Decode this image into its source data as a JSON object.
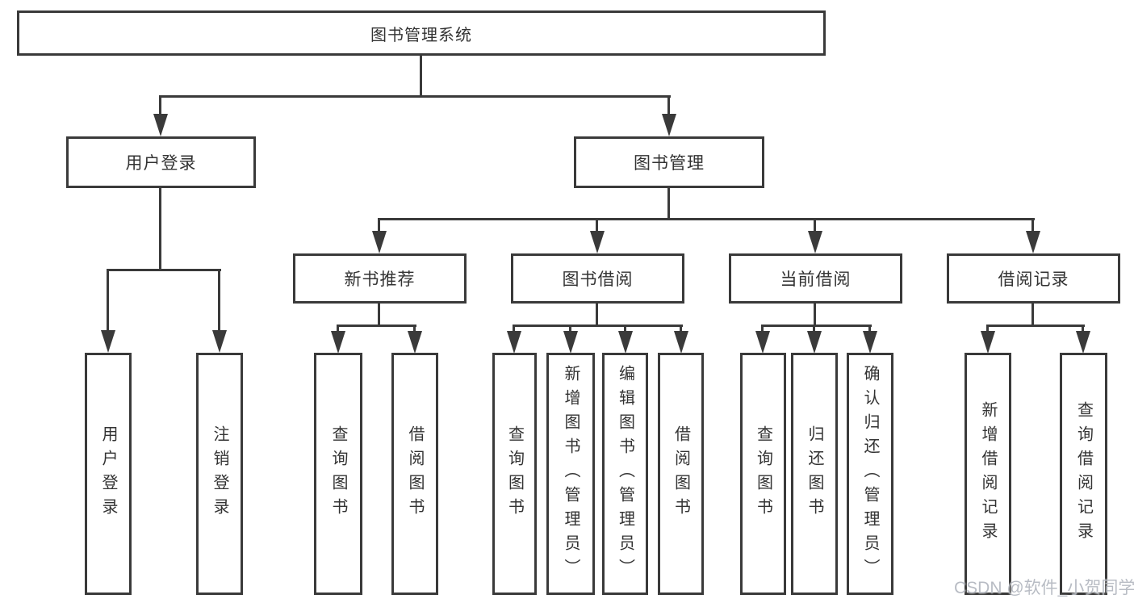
{
  "title": "图书管理系统",
  "nodes": {
    "root": "图书管理系统",
    "user_login": "用户登录",
    "book_mgmt": "图书管理",
    "new_books": "新书推荐",
    "borrow": "图书借阅",
    "current": "当前借阅",
    "records": "借阅记录"
  },
  "leaves": {
    "user_login": [
      "用户登录",
      "注销登录"
    ],
    "new_books": [
      "查询图书",
      "借阅图书"
    ],
    "borrow": [
      "查询图书",
      "新增图书（管理员）",
      "编辑图书（管理员）",
      "借阅图书"
    ],
    "current": [
      "查询图书",
      "归还图书",
      "确认归还（管理员）"
    ],
    "records": [
      "新增借阅记录",
      "查询借阅记录"
    ]
  },
  "watermark": "CSDN @软件_小贺同学",
  "colors": {
    "line": "#3a3a3a",
    "text": "#333333",
    "watermark": "#b3b7bf",
    "background": "#ffffff"
  }
}
